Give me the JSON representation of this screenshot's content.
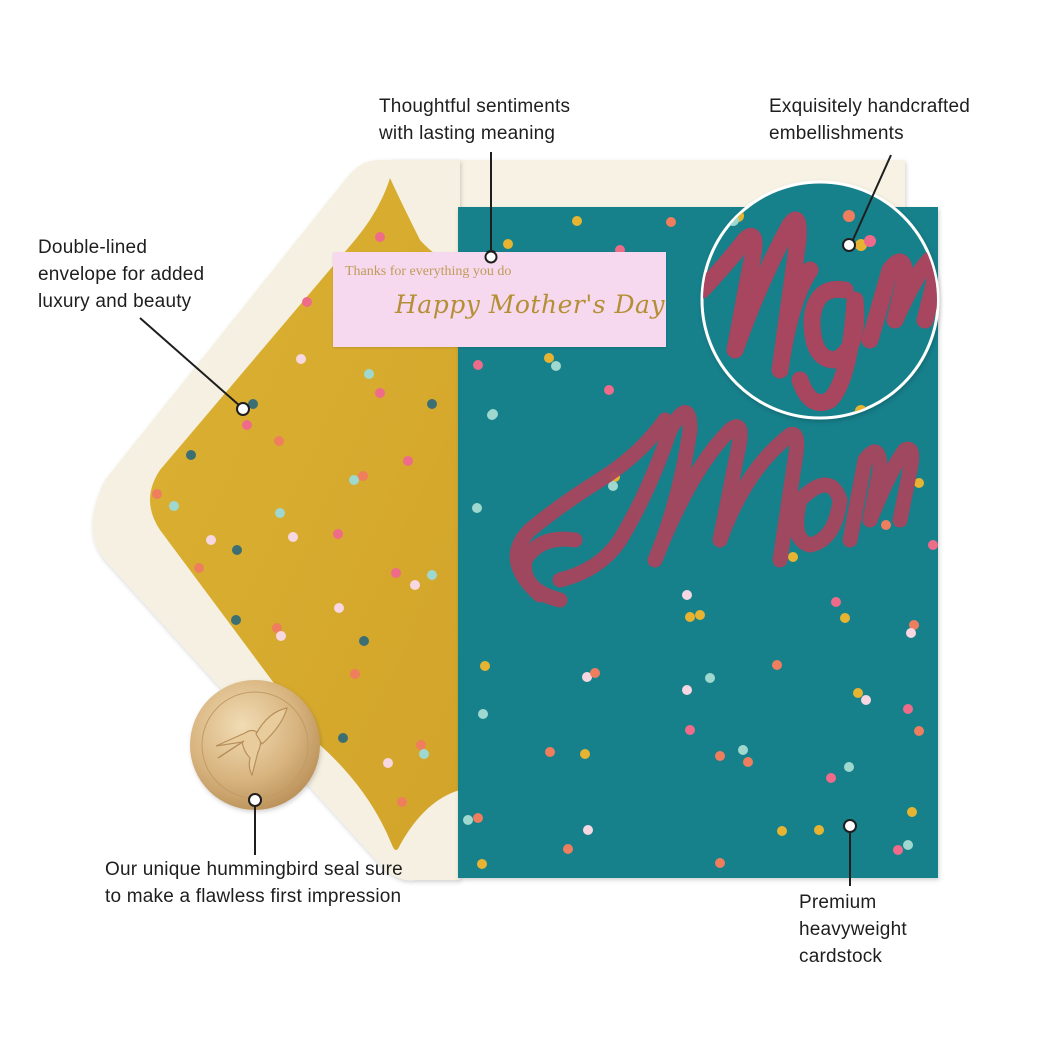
{
  "callouts": {
    "sentiments": {
      "line1": "Thoughtful sentiments",
      "line2": "with lasting meaning"
    },
    "embellishments": {
      "line1": "Exquisitely handcrafted",
      "line2": "embellishments"
    },
    "envelope": {
      "line1": "Double-lined",
      "line2": "envelope for added",
      "line3": "luxury and beauty"
    },
    "seal": {
      "line1": "Our unique hummingbird seal sure",
      "line2": "to make a flawless first impression"
    },
    "cardstock": {
      "line1": "Premium",
      "line2": "heavyweight",
      "line3": "cardstock"
    }
  },
  "card": {
    "label_line1": "Thanks for everything you do",
    "label_line2": "Happy Mother's Day",
    "embellishment_text": "Mom",
    "colors": {
      "card": "#13808b",
      "glitter": "#a8455e",
      "envelope": "#f6f1e3",
      "liner": "#d9ad2c",
      "label": "#f6d9ee",
      "seal": "#d8b47f"
    }
  },
  "icons": {
    "seal": "hummingbird-seal-icon"
  }
}
